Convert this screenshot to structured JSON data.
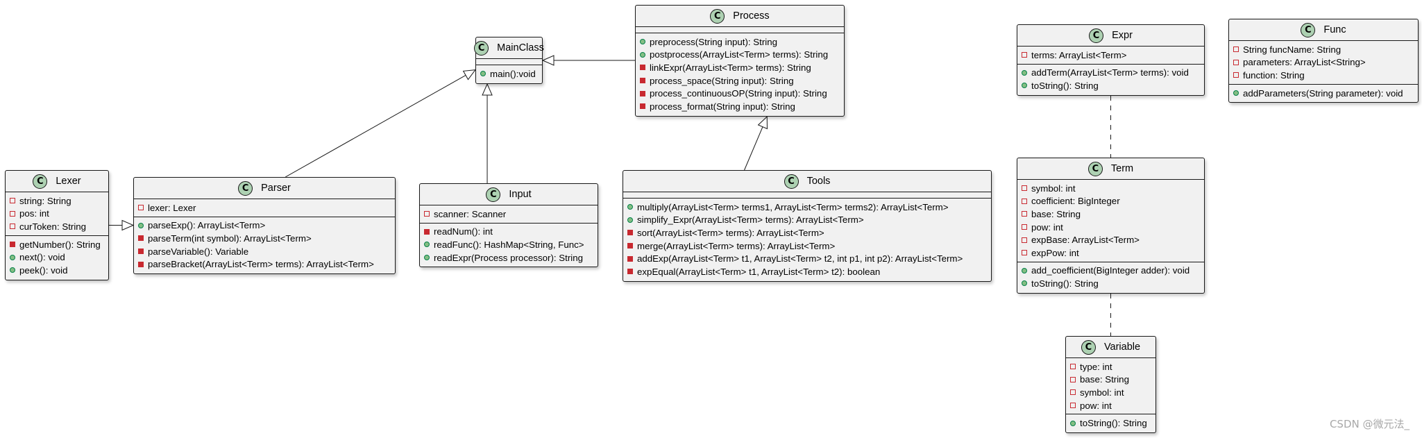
{
  "diagram": {
    "classes": [
      {
        "id": "Lexer",
        "name": "Lexer",
        "badge": "C",
        "attributes": [
          {
            "visibility": "private",
            "text": "string: String"
          },
          {
            "visibility": "private",
            "text": "pos: int"
          },
          {
            "visibility": "private",
            "text": "curToken: String"
          }
        ],
        "methods": [
          {
            "visibility": "private",
            "text": "getNumber(): String"
          },
          {
            "visibility": "public",
            "text": "next(): void"
          },
          {
            "visibility": "public",
            "text": "peek(): void"
          }
        ]
      },
      {
        "id": "Parser",
        "name": "Parser",
        "badge": "C",
        "attributes": [
          {
            "visibility": "private",
            "text": "lexer: Lexer"
          }
        ],
        "methods": [
          {
            "visibility": "public",
            "text": "parseExp(): ArrayList<Term>"
          },
          {
            "visibility": "private",
            "text": "parseTerm(int symbol): ArrayList<Term>"
          },
          {
            "visibility": "private",
            "text": "parseVariable(): Variable"
          },
          {
            "visibility": "private",
            "text": "parseBracket(ArrayList<Term> terms): ArrayList<Term>"
          }
        ]
      },
      {
        "id": "MainClass",
        "name": "MainClass",
        "badge": "C",
        "attributes": [],
        "methods": [
          {
            "visibility": "public",
            "text": "main():void"
          }
        ]
      },
      {
        "id": "Input",
        "name": "Input",
        "badge": "C",
        "attributes": [
          {
            "visibility": "private",
            "text": "scanner: Scanner"
          }
        ],
        "methods": [
          {
            "visibility": "private",
            "text": "readNum(): int"
          },
          {
            "visibility": "public",
            "text": "readFunc(): HashMap<String, Func>"
          },
          {
            "visibility": "public",
            "text": "readExpr(Process processor): String"
          }
        ]
      },
      {
        "id": "Process",
        "name": "Process",
        "badge": "C",
        "attributes": [],
        "methods": [
          {
            "visibility": "public",
            "text": "preprocess(String input): String"
          },
          {
            "visibility": "public",
            "text": "postprocess(ArrayList<Term> terms): String"
          },
          {
            "visibility": "private",
            "text": "linkExpr(ArrayList<Term> terms): String"
          },
          {
            "visibility": "private",
            "text": "process_space(String input): String"
          },
          {
            "visibility": "private",
            "text": "process_continuousOP(String input): String"
          },
          {
            "visibility": "private",
            "text": "process_format(String input): String"
          }
        ]
      },
      {
        "id": "Tools",
        "name": "Tools",
        "badge": "C",
        "attributes": [],
        "methods": [
          {
            "visibility": "public",
            "text": "multiply(ArrayList<Term> terms1, ArrayList<Term> terms2): ArrayList<Term>"
          },
          {
            "visibility": "public",
            "text": "simplify_Expr(ArrayList<Term> terms): ArrayList<Term>"
          },
          {
            "visibility": "private",
            "text": "sort(ArrayList<Term> terms): ArrayList<Term>"
          },
          {
            "visibility": "private",
            "text": "merge(ArrayList<Term> terms): ArrayList<Term>"
          },
          {
            "visibility": "private",
            "text": "addExp(ArrayList<Term> t1, ArrayList<Term> t2, int p1, int p2): ArrayList<Term>"
          },
          {
            "visibility": "private",
            "text": "expEqual(ArrayList<Term> t1, ArrayList<Term> t2): boolean"
          }
        ]
      },
      {
        "id": "Expr",
        "name": "Expr",
        "badge": "C",
        "attributes": [
          {
            "visibility": "private",
            "text": "terms: ArrayList<Term>"
          }
        ],
        "methods": [
          {
            "visibility": "public",
            "text": "addTerm(ArrayList<Term> terms): void"
          },
          {
            "visibility": "public",
            "text": "toString(): String"
          }
        ]
      },
      {
        "id": "Term",
        "name": "Term",
        "badge": "C",
        "attributes": [
          {
            "visibility": "private",
            "text": "symbol: int"
          },
          {
            "visibility": "private",
            "text": "coefficient: BigInteger"
          },
          {
            "visibility": "private",
            "text": "base: String"
          },
          {
            "visibility": "private",
            "text": "pow: int"
          },
          {
            "visibility": "private",
            "text": "expBase: ArrayList<Term>"
          },
          {
            "visibility": "private",
            "text": "expPow: int"
          }
        ],
        "methods": [
          {
            "visibility": "public",
            "text": "add_coefficient(BigInteger adder): void"
          },
          {
            "visibility": "public",
            "text": "toString(): String"
          }
        ]
      },
      {
        "id": "Variable",
        "name": "Variable",
        "badge": "C",
        "attributes": [
          {
            "visibility": "private",
            "text": "type: int"
          },
          {
            "visibility": "private",
            "text": "base: String"
          },
          {
            "visibility": "private",
            "text": "symbol: int"
          },
          {
            "visibility": "private",
            "text": "pow: int"
          }
        ],
        "methods": [
          {
            "visibility": "public",
            "text": "toString(): String"
          }
        ]
      },
      {
        "id": "Func",
        "name": "Func",
        "badge": "C",
        "attributes": [
          {
            "visibility": "private",
            "text": "String funcName: String"
          },
          {
            "visibility": "private",
            "text": "parameters: ArrayList<String>"
          },
          {
            "visibility": "private",
            "text": "function: String"
          }
        ],
        "methods": [
          {
            "visibility": "public",
            "text": "addParameters(String parameter): void"
          }
        ]
      }
    ],
    "relations": [
      {
        "from": "Lexer",
        "to": "Parser",
        "kind": "generalization"
      },
      {
        "from": "Parser",
        "to": "MainClass",
        "kind": "generalization"
      },
      {
        "from": "Input",
        "to": "MainClass",
        "kind": "generalization"
      },
      {
        "from": "Process",
        "to": "MainClass",
        "kind": "generalization"
      },
      {
        "from": "Tools",
        "to": "Process",
        "kind": "generalization"
      },
      {
        "from": "Expr",
        "to": "Term",
        "kind": "dependency"
      },
      {
        "from": "Term",
        "to": "Variable",
        "kind": "dependency"
      }
    ]
  },
  "watermark": "CSDN @微元法_"
}
